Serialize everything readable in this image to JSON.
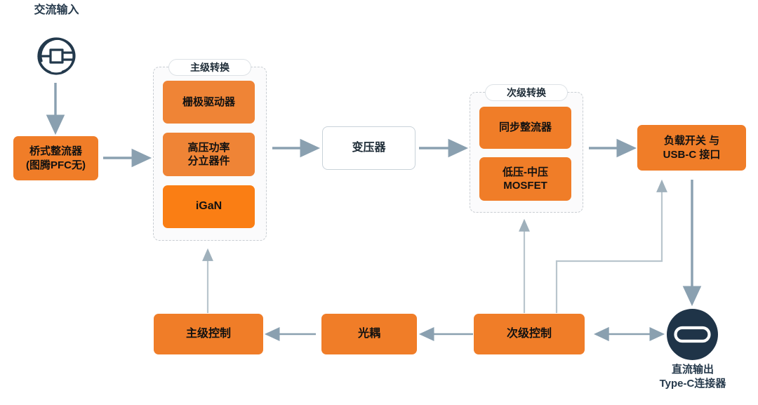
{
  "diagram": {
    "title_text": "交流输入",
    "ac_input": {
      "label": "交流输入",
      "icon": "ac-plug-icon"
    },
    "dc_output": {
      "label": "直流输出\nType-C连接器",
      "icon": "usb-c-connector-icon"
    },
    "groups": [
      {
        "id": "primary-conversion",
        "label": "主级转换"
      },
      {
        "id": "secondary-conversion",
        "label": "次级转换"
      }
    ],
    "nodes": [
      {
        "id": "bridge-rectifier",
        "label": "桥式整流器\n(图腾PFC无)"
      },
      {
        "id": "gate-driver",
        "label": "栅极驱动器"
      },
      {
        "id": "hv-power-discrete",
        "label": "高压功率\n分立器件"
      },
      {
        "id": "igan",
        "label": "iGaN"
      },
      {
        "id": "transformer",
        "label": "变压器"
      },
      {
        "id": "sync-rectifier",
        "label": "同步整流器"
      },
      {
        "id": "lv-mv-mosfet",
        "label": "低压-中压\nMOSFET"
      },
      {
        "id": "load-switch-usbc",
        "label": "负载开关 与\nUSB-C 接口"
      },
      {
        "id": "primary-control",
        "label": "主级控制"
      },
      {
        "id": "optocoupler",
        "label": "光耦"
      },
      {
        "id": "secondary-control",
        "label": "次级控制"
      }
    ],
    "colors": {
      "orange": "#f07d28",
      "orange_muted": "#ef8436",
      "orange_bright": "#fa7e14",
      "arrow": "#8aa0b0",
      "thin_line": "#b9c5cd",
      "dark_navy": "#1f3448",
      "text_dark": "#263a4c",
      "dashed_border": "#c8cdd2"
    }
  }
}
